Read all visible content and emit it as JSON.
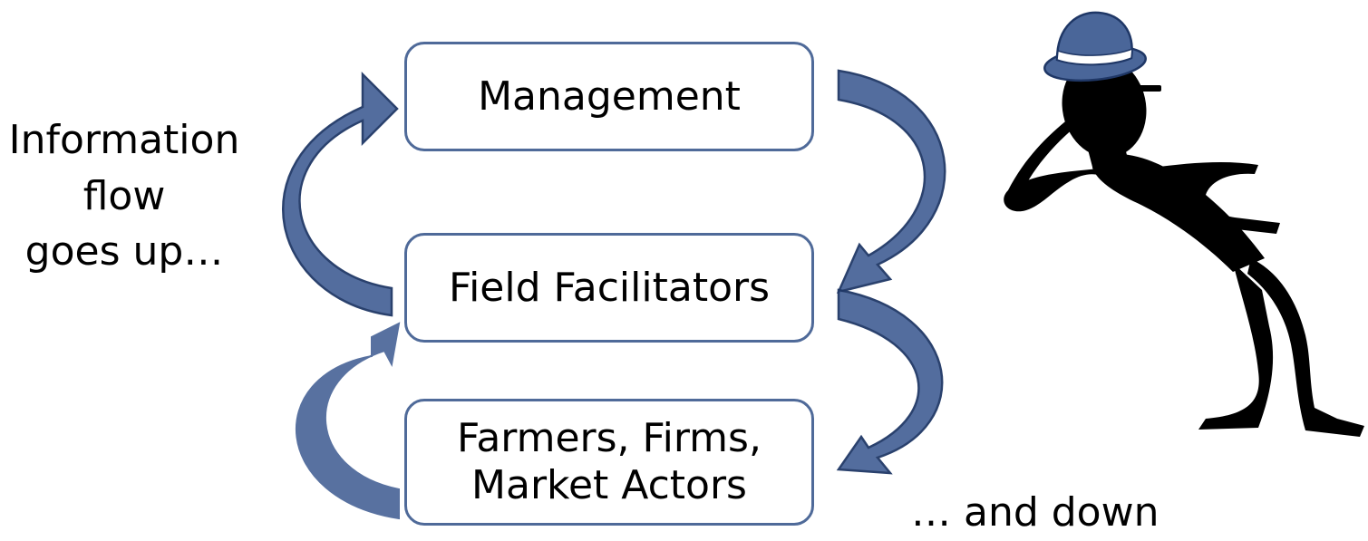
{
  "boxes": {
    "management": "Management",
    "field_facilitators": "Field Facilitators",
    "farmers_line1": "Farmers, Firms,",
    "farmers_line2": "Market Actors"
  },
  "left_text": {
    "line1": "Information",
    "line2": "flow",
    "line3": "goes up…"
  },
  "bottom_text": "… and down",
  "colors": {
    "box_border": "#4f6a99",
    "arrow_fill": "#4a6699",
    "arrow_stroke": "#1f3766",
    "hat": "#4a6699"
  }
}
